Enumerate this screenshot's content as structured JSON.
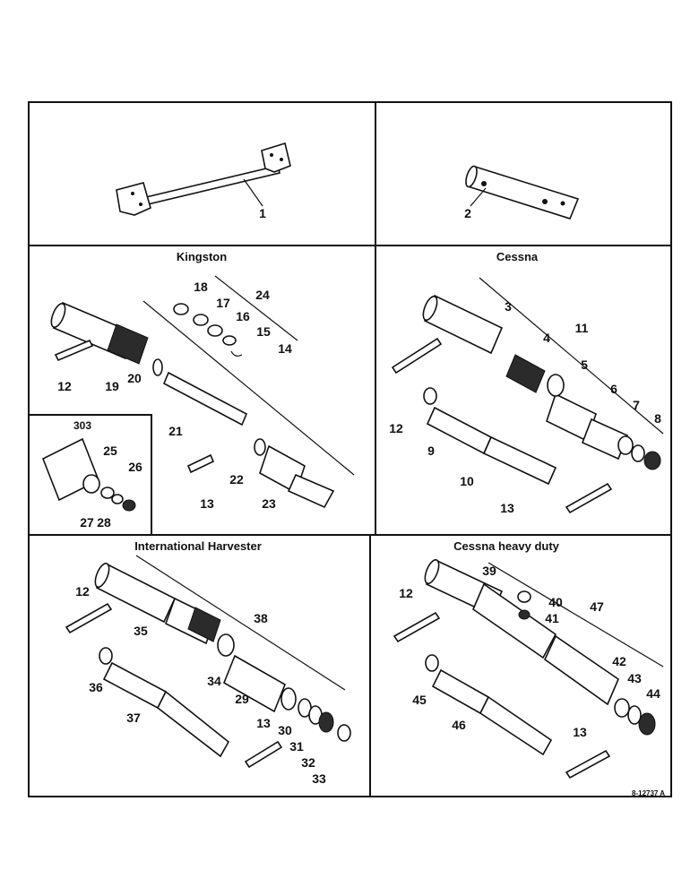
{
  "panels": {
    "kingston": {
      "title": "Kingston"
    },
    "cessna": {
      "title": "Cessna"
    },
    "international_harvester": {
      "title": "International Harvester"
    },
    "cessna_heavy_duty": {
      "title": "Cessna heavy duty"
    },
    "inset": {
      "title": "303"
    }
  },
  "callouts": {
    "c1": "1",
    "c2": "2",
    "k18": "18",
    "k24": "24",
    "k17": "17",
    "k16": "16",
    "k15": "15",
    "k14": "14",
    "k12": "12",
    "k19": "19",
    "k20": "20",
    "k21": "21",
    "k22": "22",
    "k13": "13",
    "k23": "23",
    "i25": "25",
    "i26": "26",
    "i27": "27",
    "i28": "28",
    "c3": "3",
    "c11": "11",
    "c4": "4",
    "c5": "5",
    "c6": "6",
    "c7": "7",
    "c8": "8",
    "c12": "12",
    "c9": "9",
    "c10": "10",
    "c13": "13",
    "h12": "12",
    "h35": "35",
    "h38": "38",
    "h34": "34",
    "h29": "29",
    "h36": "36",
    "h37": "37",
    "h13": "13",
    "h30": "30",
    "h31": "31",
    "h32": "32",
    "h33": "33",
    "d12": "12",
    "d39": "39",
    "d40": "40",
    "d47": "47",
    "d41": "41",
    "d42": "42",
    "d43": "43",
    "d44": "44",
    "d45": "45",
    "d46": "46",
    "d13": "13"
  },
  "figure_number": "8-12737 A"
}
